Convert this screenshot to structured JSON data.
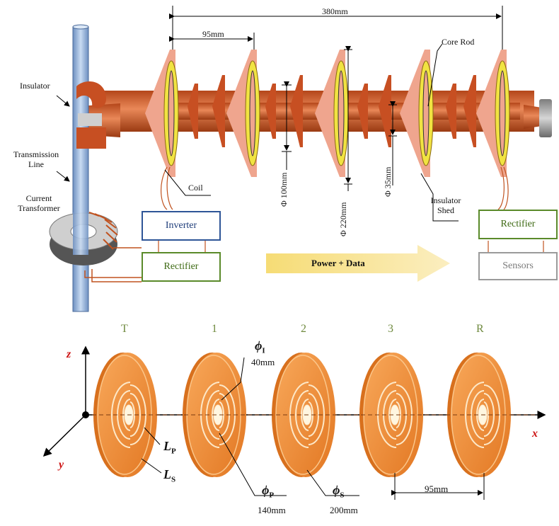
{
  "top": {
    "dim_total": "380mm",
    "dim_spacing": "95mm",
    "core_rod": "Core Rod",
    "insulator": "Insulator",
    "transmission_line": "Transmission Line",
    "current_transformer": "Current Transformer",
    "coil": "Coil",
    "insulator_shed": "Insulator Shed",
    "dia_100": "Φ 100mm",
    "dia_220": "Φ 220mm",
    "dia_35": "Φ 35mm",
    "inverter": "Inverter",
    "rectifier_left": "Rectifier",
    "rectifier_right": "Rectifier",
    "sensors": "Sensors",
    "flow_arrow": "Power + Data"
  },
  "bottom": {
    "indices": [
      "T",
      "1",
      "2",
      "3",
      "R"
    ],
    "axis_x": "x",
    "axis_y": "y",
    "axis_z": "z",
    "phi_i": "ϕ",
    "phi_i_sub": "I",
    "phi_i_val": "40mm",
    "phi_p": "ϕ",
    "phi_p_sub": "P",
    "phi_p_val": "140mm",
    "phi_s": "ϕ",
    "phi_s_sub": "S",
    "phi_s_val": "200mm",
    "lp": "L",
    "lp_sub": "P",
    "ls": "L",
    "ls_sub": "S",
    "spacing": "95mm"
  },
  "colors": {
    "shed": "#efa58e",
    "rod": "#c0521f",
    "coil": "#f1e342",
    "disk": "#f08a35",
    "arrow": "#f7e48a"
  }
}
